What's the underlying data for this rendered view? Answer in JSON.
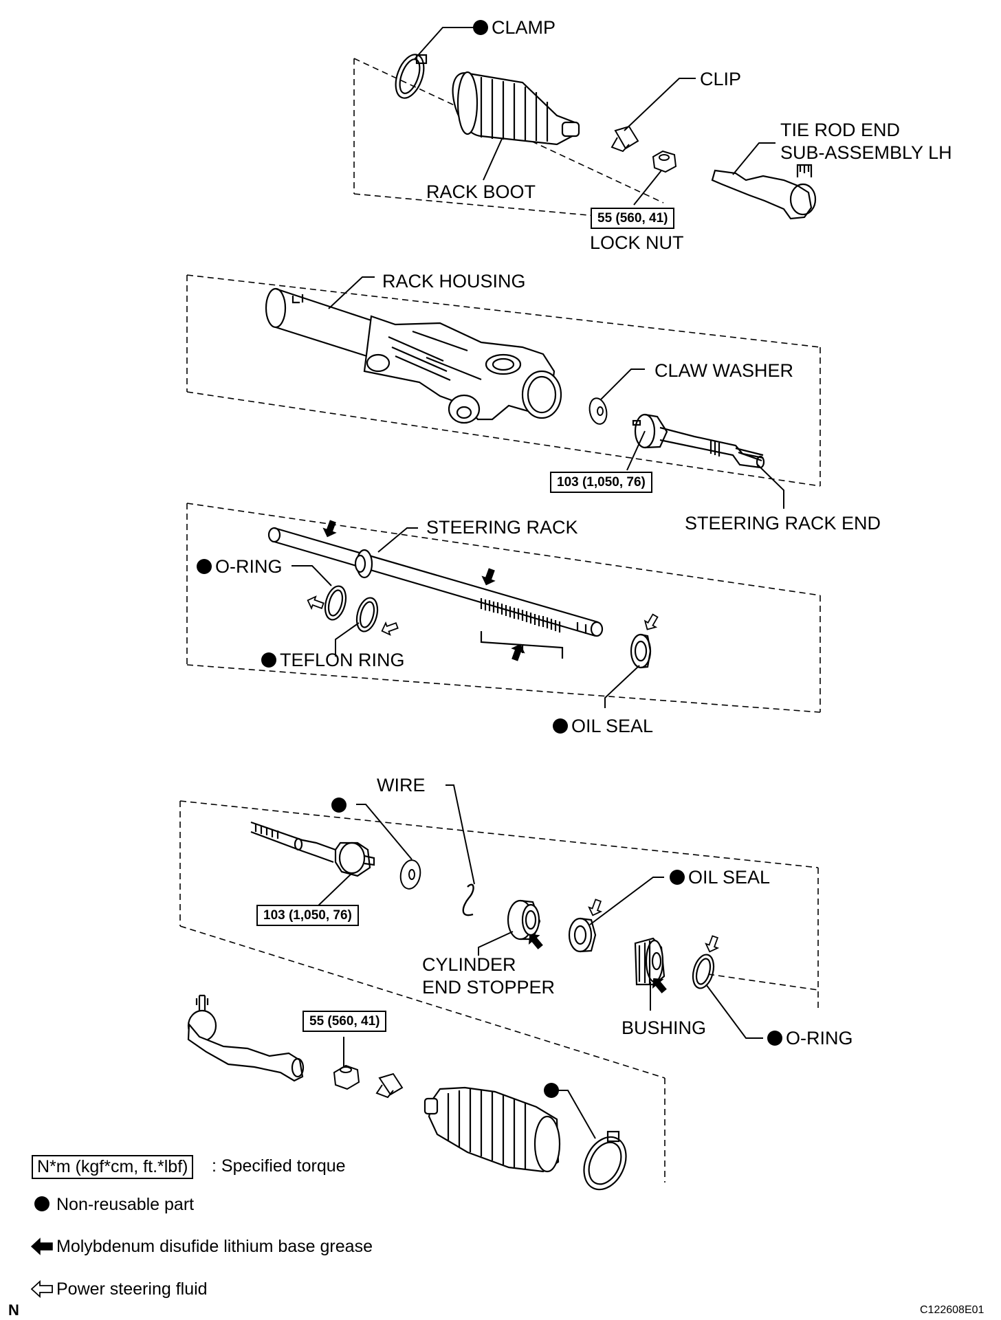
{
  "labels": {
    "clamp": "CLAMP",
    "clip": "CLIP",
    "tie_rod_end": "TIE ROD END",
    "tie_rod_end_2": "SUB-ASSEMBLY LH",
    "rack_boot": "RACK BOOT",
    "lock_nut": "LOCK NUT",
    "rack_housing": "RACK HOUSING",
    "claw_washer": "CLAW WASHER",
    "steering_rack_end": "STEERING RACK END",
    "steering_rack": "STEERING RACK",
    "o_ring_top": "O-RING",
    "teflon_ring": "TEFLON RING",
    "oil_seal_mid": "OIL SEAL",
    "wire": "WIRE",
    "oil_seal_low": "OIL SEAL",
    "cylinder_end_stopper": "CYLINDER",
    "cylinder_end_stopper_2": "END STOPPER",
    "bushing": "BUSHING",
    "o_ring_low": "O-RING"
  },
  "torques": {
    "lock_nut_top": "55 (560, 41)",
    "rack_end_top": "103 (1,050, 76)",
    "rack_end_low": "103 (1,050, 76)",
    "lock_nut_low": "55 (560, 41)"
  },
  "legend": {
    "torque_box": "N*m (kgf*cm, ft.*lbf)",
    "torque_text": ": Specified torque",
    "non_reusable": "Non-reusable part",
    "grease": "Molybdenum disufide lithium base grease",
    "fluid": "Power steering fluid"
  },
  "footer": {
    "left_mark": "N",
    "figure_code": "C122608E01"
  },
  "colors": {
    "ink": "#000000",
    "paper": "#ffffff"
  },
  "icons": [
    "filled-circle-icon",
    "solid-arrow-icon",
    "hollow-arrow-icon"
  ]
}
